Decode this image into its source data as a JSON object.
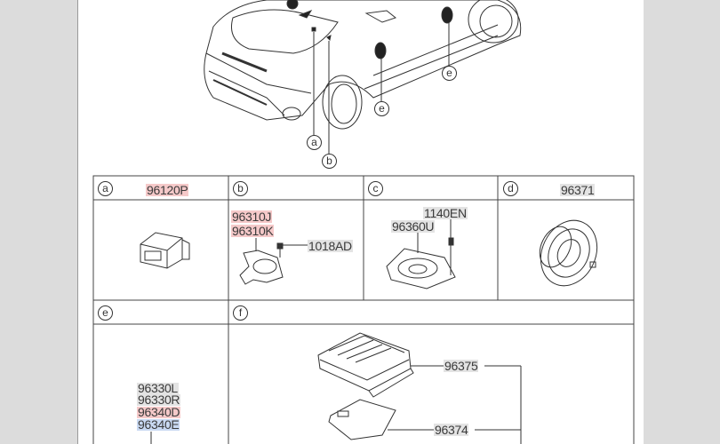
{
  "callouts": {
    "car": [
      "a",
      "b",
      "e",
      "e"
    ]
  },
  "cells": [
    {
      "letter": "a",
      "parts": [
        "96120P"
      ]
    },
    {
      "letter": "b",
      "parts": [
        "96310J",
        "96310K",
        "1018AD"
      ]
    },
    {
      "letter": "c",
      "parts": [
        "1140EN",
        "96360U"
      ]
    },
    {
      "letter": "d",
      "parts": [
        "96371"
      ]
    },
    {
      "letter": "e",
      "parts": [
        "96330L",
        "96330R",
        "96340D",
        "96340E"
      ]
    },
    {
      "letter": "f",
      "parts": [
        "96375",
        "96374"
      ]
    }
  ],
  "colors": {
    "highlight_red": "#f5c9c9",
    "highlight_gray": "#e3e3e3",
    "highlight_blue": "#c9d9f2"
  }
}
